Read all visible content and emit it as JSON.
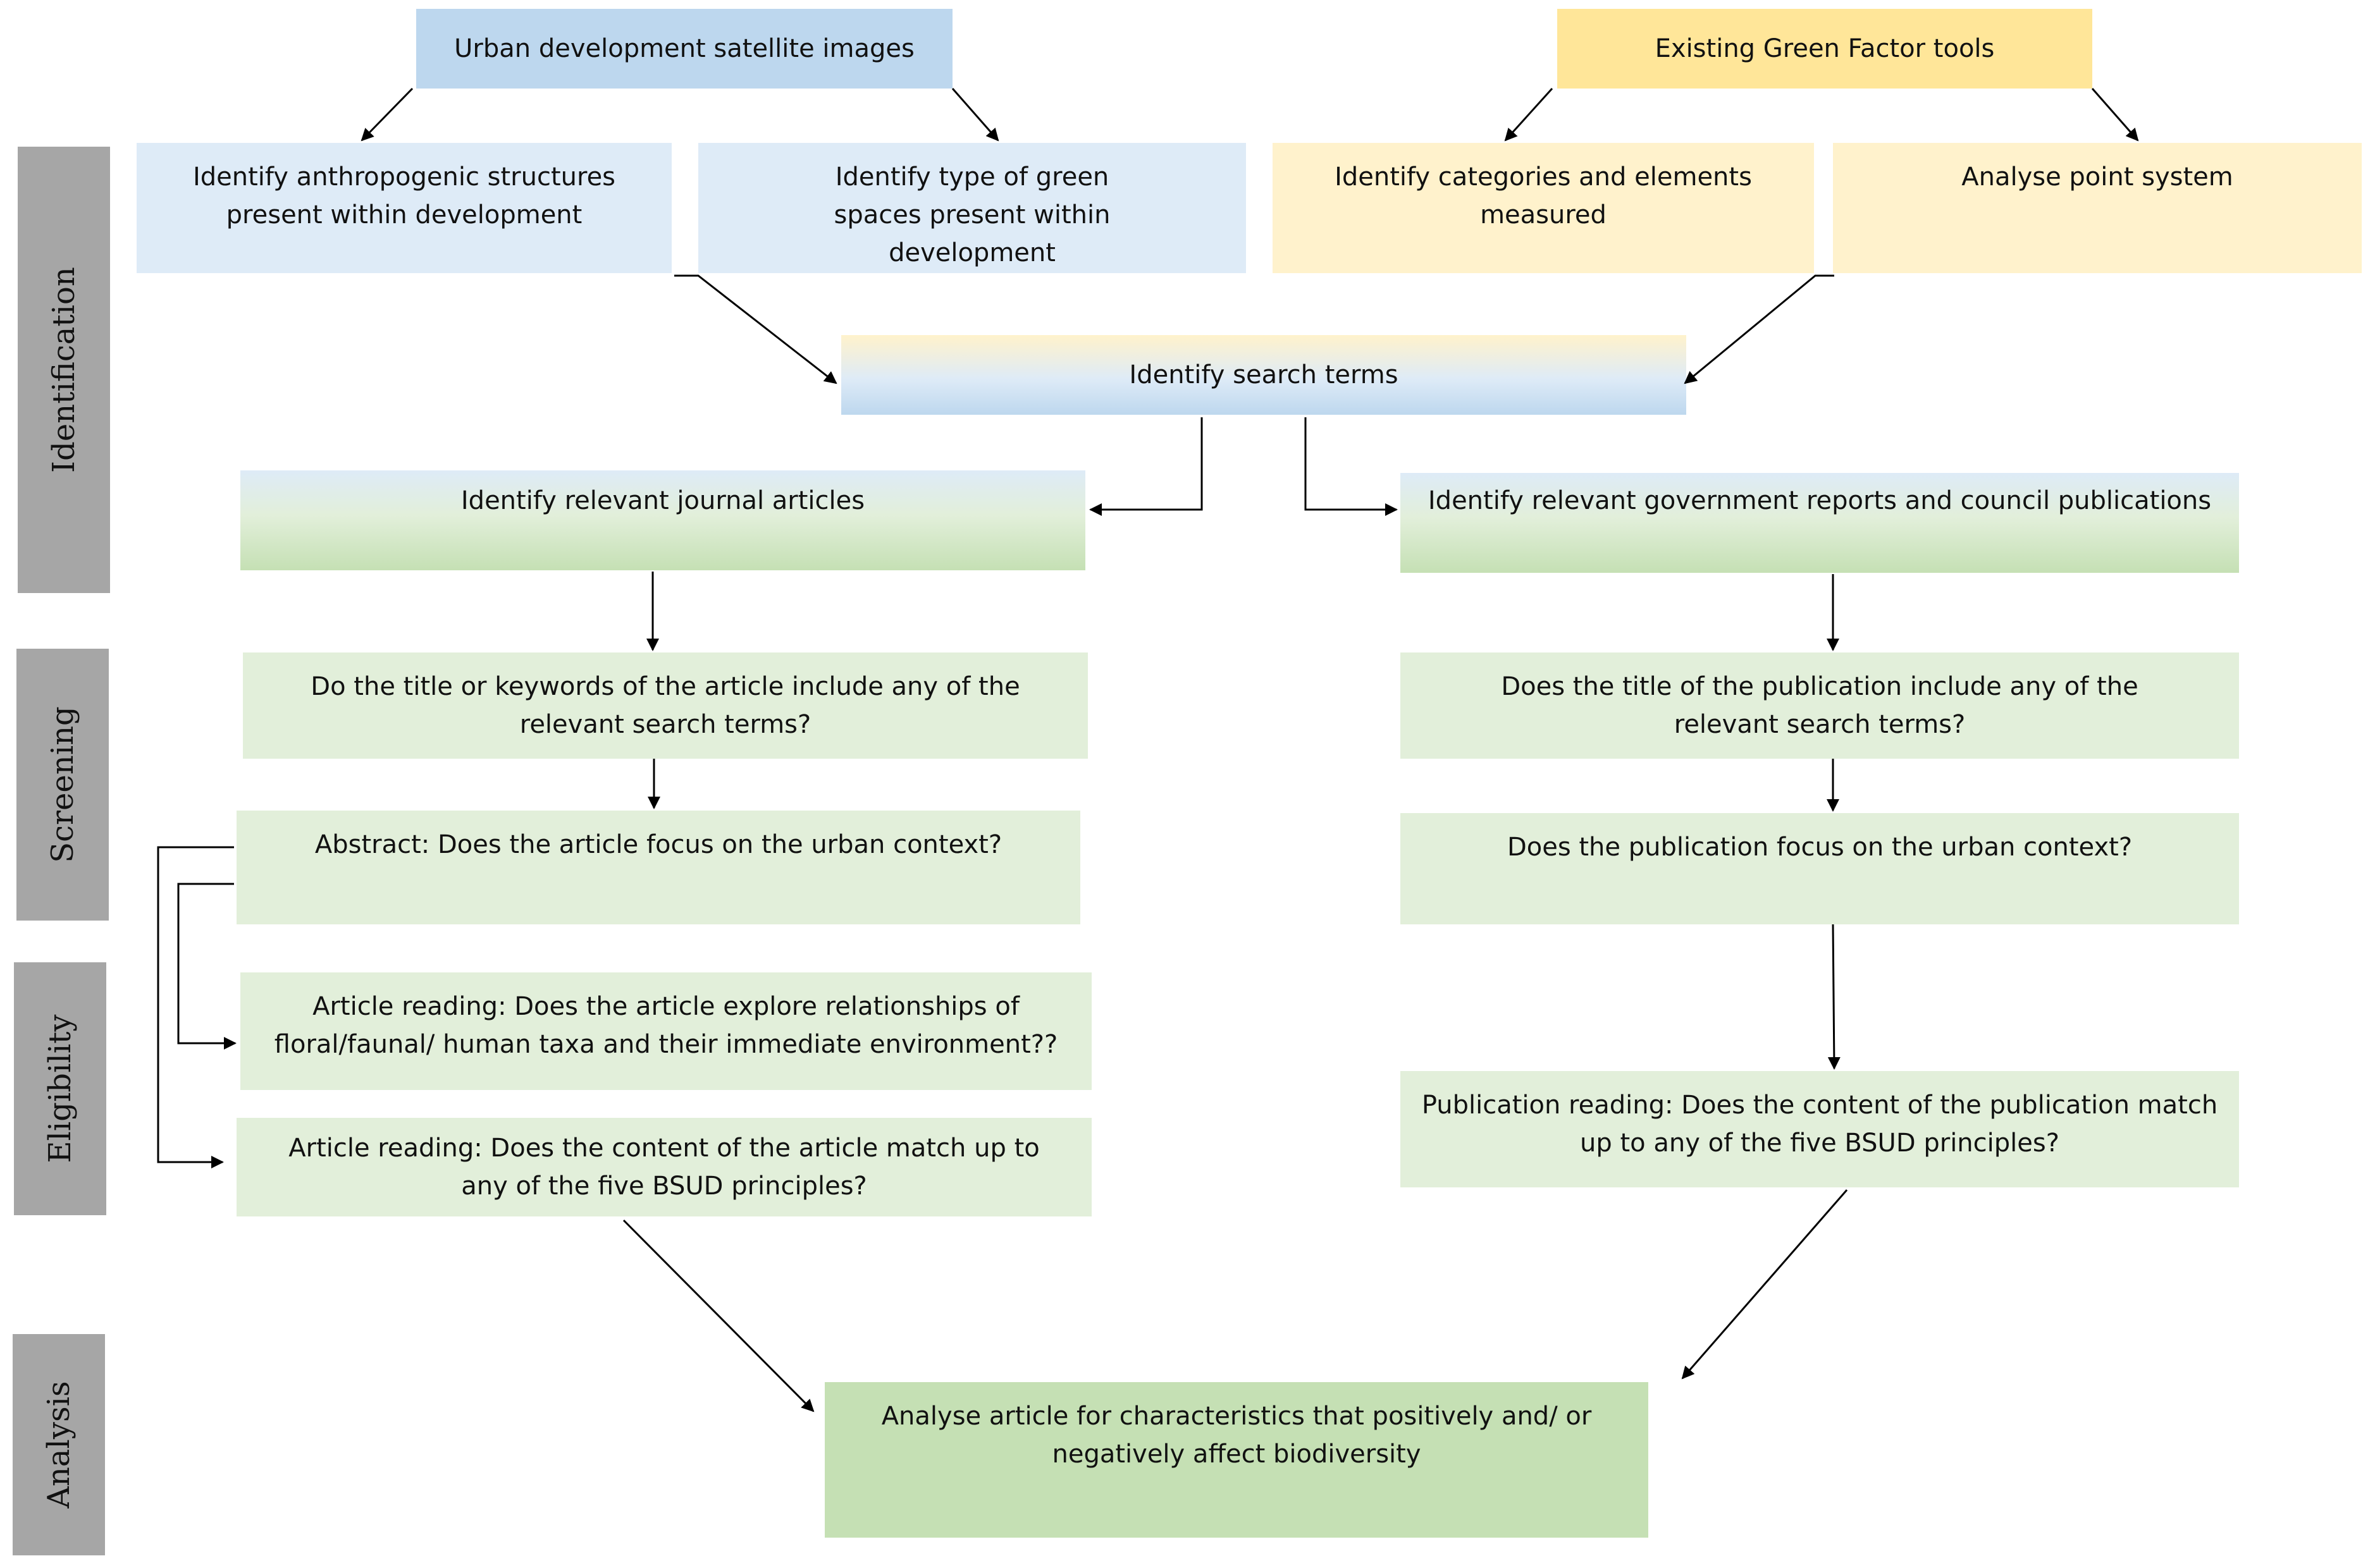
{
  "stages": {
    "identification": "Identification",
    "screening": "Screening",
    "eligibility": "Eligibility",
    "analysis": "Analysis"
  },
  "boxes": {
    "satellite_images": "Urban development satellite images",
    "green_factor_tools": "Existing Green Factor tools",
    "anthropogenic_structures": "Identify anthropogenic structures present within development",
    "green_space_types": "Identify type of green spaces present within development",
    "categories_elements": "Identify categories and elements measured",
    "point_system": "Analyse point system",
    "search_terms": "Identify search terms",
    "journal_articles": "Identify relevant journal articles",
    "government_reports": "Identify relevant government reports and council publications",
    "article_title_keywords": "Do the title or keywords of the article include any of the relevant search terms?",
    "publication_title": "Does the title of the publication include any of the relevant search terms?",
    "abstract_urban": "Abstract: Does the article focus on the urban context?",
    "publication_urban": "Does the publication focus on the urban context?",
    "article_relationships": "Article reading: Does the article explore relationships of floral/faunal/ human taxa and their immediate environment??",
    "article_bsud": "Article reading: Does the content of the article match up to any of the five BSUD principles?",
    "publication_bsud": "Publication reading: Does the content of the publication match up to any of the five BSUD principles?",
    "analyse_biodiversity": "Analyse article for characteristics that positively and/ or negatively affect biodiversity"
  },
  "colors": {
    "stage_bar": "#a6a6a6",
    "blue_dark": "#bdd7ee",
    "blue_light": "#deebf7",
    "yellow_dark": "#ffe699",
    "yellow_light": "#fff2cc",
    "green_light": "#e2efda",
    "green_dark": "#c5e0b4",
    "arrow": "#000000"
  }
}
